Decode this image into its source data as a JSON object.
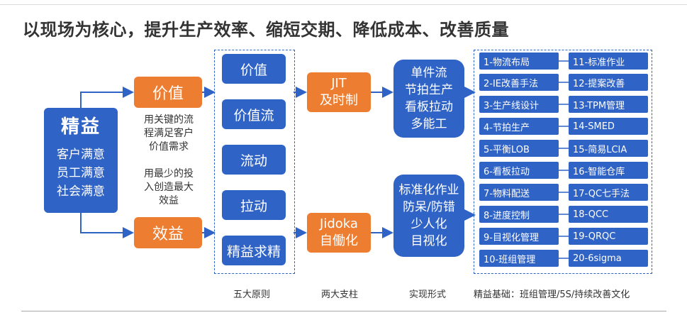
{
  "title": "以现场为核心，提升生产效率、缩短交期、降低成本、改善质量",
  "core": {
    "heading": "精益",
    "lines": [
      "客户满意",
      "员工满意",
      "社会满意"
    ]
  },
  "value": {
    "label": "价值",
    "description_lines": [
      "用关键的流",
      "程满足客户",
      "价值需求"
    ]
  },
  "benefit": {
    "label": "效益",
    "description_lines": [
      "用最少的投",
      "入创造最大",
      "效益"
    ]
  },
  "principles": [
    "价值",
    "价值流",
    "流动",
    "拉动",
    "精益求精"
  ],
  "pillars": [
    {
      "lines": [
        "JIT",
        "及时制"
      ]
    },
    {
      "lines": [
        "Jidoka",
        "自働化"
      ]
    }
  ],
  "forms": [
    {
      "lines": [
        "单件流",
        "节拍生产",
        "看板拉动",
        "多能工"
      ]
    },
    {
      "lines": [
        "标准化作业",
        "防呆/防错",
        "少人化",
        "目视化"
      ]
    }
  ],
  "foundation_left": [
    "1-物流布局",
    "2-IE改善手法",
    "3-生产线设计",
    "4-节拍生产",
    "5-平衡LOB",
    "6-看板拉动",
    "7-物料配送",
    "8-进度控制",
    "9-目视化管理",
    "10-班组管理"
  ],
  "foundation_right": [
    "11-标准作业",
    "12-提案改善",
    "13-TPM管理",
    "14-SMED",
    "15-简易LCIA",
    "16-智能仓库",
    "17-QC七手法",
    "18-QCC",
    "19-QRQC",
    "20-6sigma"
  ],
  "captions": {
    "principles": "五大原则",
    "pillars": "两大支柱",
    "forms": "实现形式",
    "foundation": "精益基础：班组管理/5S/持续改善文化"
  },
  "colors": {
    "blue": "#2f63c6",
    "orange": "#ed7d31"
  }
}
